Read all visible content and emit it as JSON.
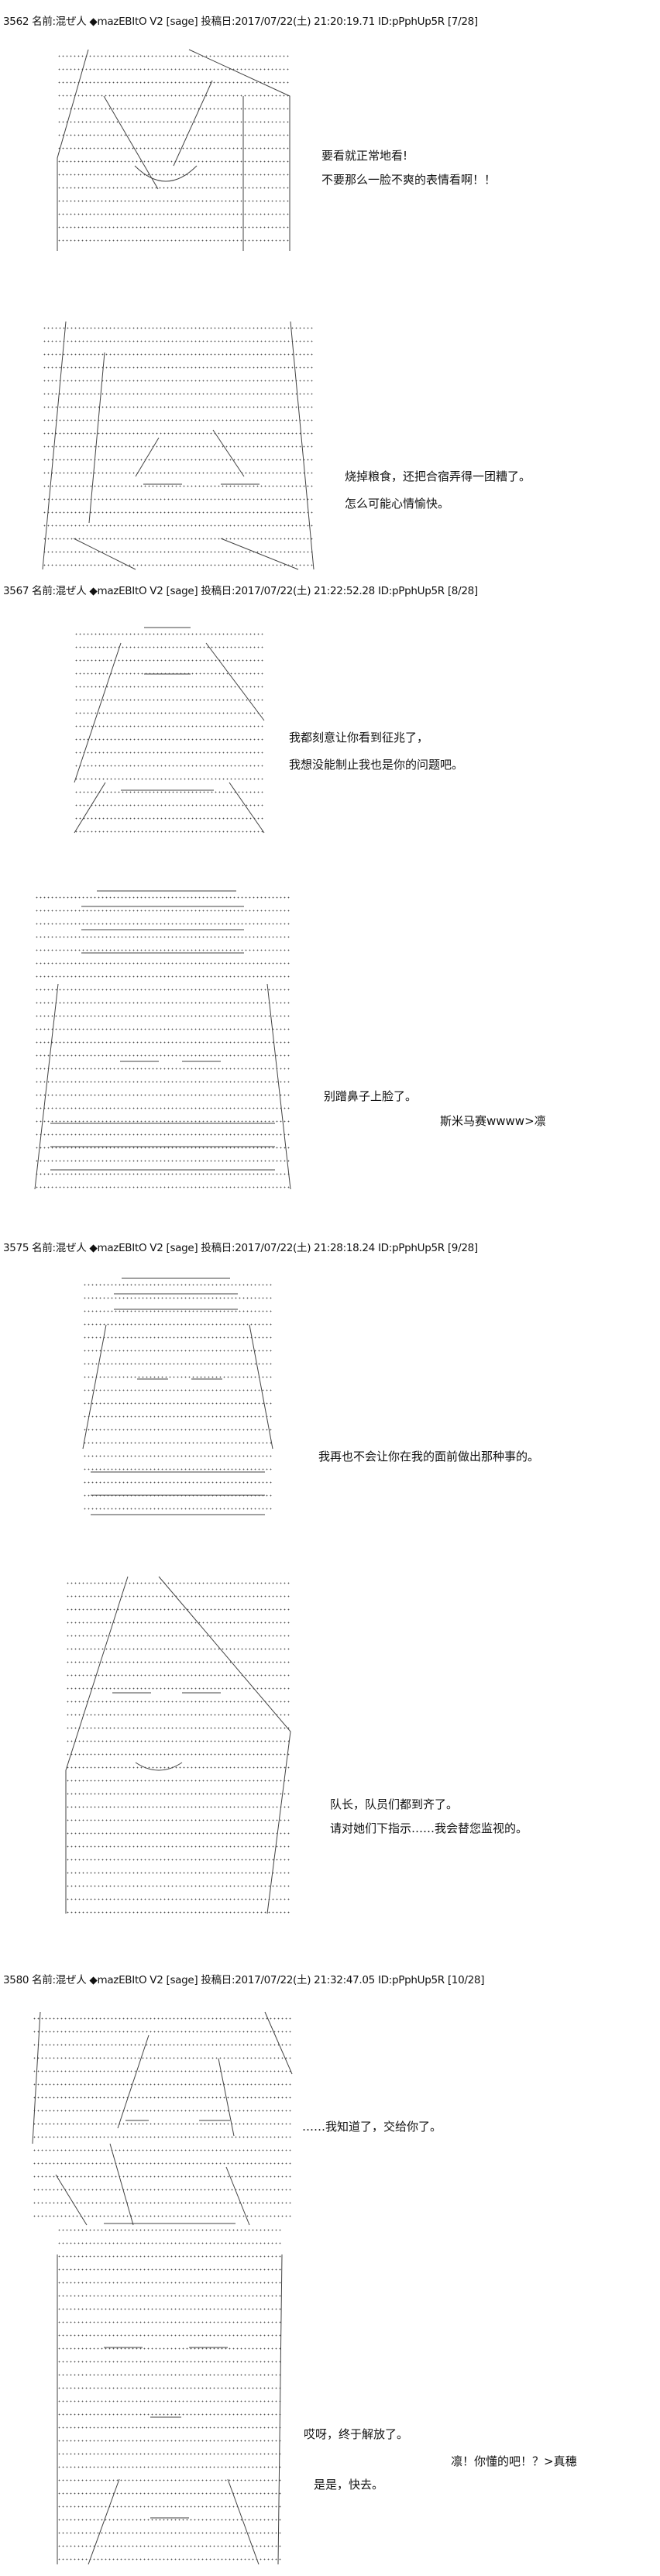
{
  "posts": [
    {
      "header": "3562 名前:混ぜ人 ◆mazEBItO V2 [sage] 投稿日:2017/07/22(土) 21:20:19.71 ID:pPphUp5R [7/28]",
      "panels": [
        {
          "lines": [
            "要看就正常地看!",
            "不要那么一脸不爽的表情看啊！！"
          ]
        },
        {
          "lines": [
            "烧掉粮食，还把合宿弄得一团糟了。",
            "怎么可能心情愉快。"
          ]
        }
      ]
    },
    {
      "header": "3567 名前:混ぜ人 ◆mazEBItO V2 [sage] 投稿日:2017/07/22(土) 21:22:52.28 ID:pPphUp5R [8/28]",
      "panels": [
        {
          "lines": [
            "我都刻意让你看到征兆了，",
            "我想没能制止我也是你的问题吧。"
          ]
        },
        {
          "lines": [
            "别蹭鼻子上脸了。",
            "斯米马赛wwww>凛"
          ]
        }
      ]
    },
    {
      "header": "3575 名前:混ぜ人 ◆mazEBItO V2 [sage] 投稿日:2017/07/22(土) 21:28:18.24 ID:pPphUp5R [9/28]",
      "panels": [
        {
          "lines": [
            "我再也不会让你在我的面前做出那种事的。"
          ]
        },
        {
          "lines": [
            "队长，队员们都到齐了。",
            "请对她们下指示……我会替您监视的。"
          ]
        }
      ]
    },
    {
      "header": "3580 名前:混ぜ人 ◆mazEBItO V2 [sage] 投稿日:2017/07/22(土) 21:32:47.05 ID:pPphUp5R [10/28]",
      "panels": [
        {
          "lines": [
            "……我知道了，交给你了。"
          ]
        },
        {
          "lines": [
            "哎呀，终于解放了。",
            "凛！你懂的吧！？>真穗",
            "是是，快去。"
          ]
        }
      ]
    }
  ]
}
